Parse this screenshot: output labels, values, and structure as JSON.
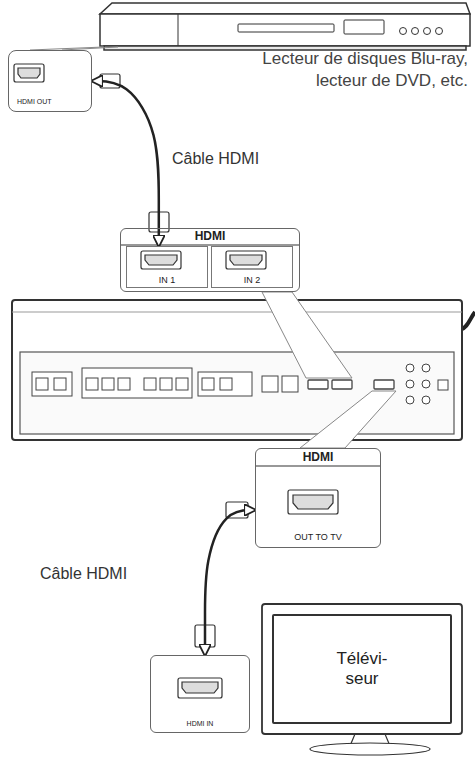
{
  "diagram": {
    "nodes": [
      {
        "text": [
          "HDMI OUT"
        ]
      },
      {
        "text": [
          "HDMI"
        ]
      },
      {
        "text": [
          "IN 1"
        ],
        "in": 1
      },
      {
        "text": [
          "IN 2"
        ],
        "in": 1
      },
      {
        "text": [
          "HDMI",
          "OUT TO TV"
        ]
      },
      {
        "text": [
          "Télévi- seur"
        ]
      },
      {
        "text": [
          "HDMI IN"
        ]
      }
    ],
    "edges": [
      {
        "from": 0,
        "to": 2,
        "arrow": "both",
        "label": "Câble HDMI"
      },
      {
        "from": 4,
        "to": 6,
        "arrow": "both",
        "label": "Câble HDMI"
      }
    ],
    "labels": [
      "Lecteur de disques Blu-ray, lecteur de DVD, etc."
    ]
  }
}
